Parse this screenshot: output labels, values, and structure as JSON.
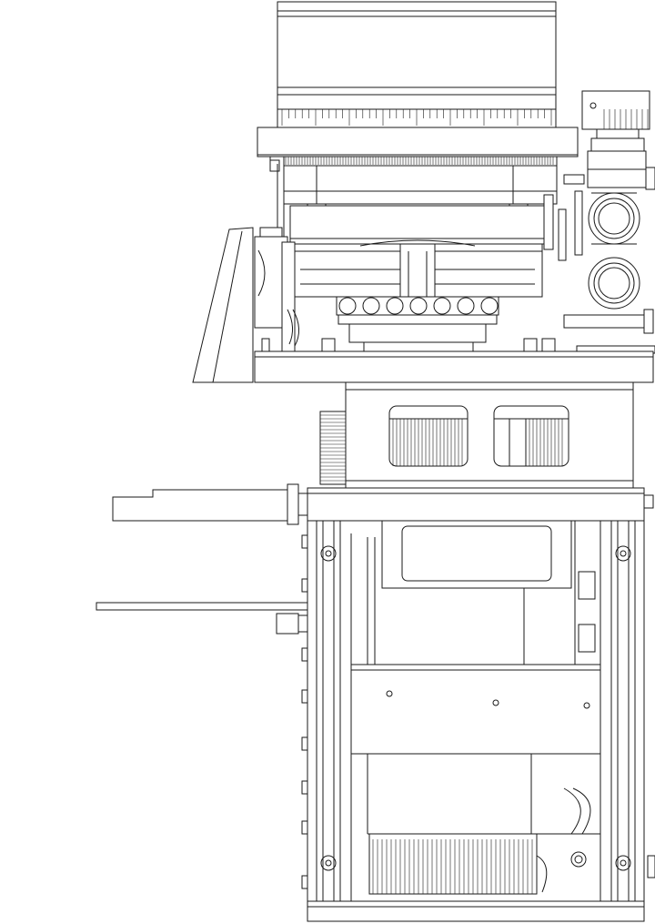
{
  "drawing": {
    "style": "monochrome technical line drawing",
    "colors": {
      "stroke": "#1a1a1a",
      "background": "#ffffff"
    },
    "parts": [
      "focus-ring-knurled-barrel",
      "mounting-flange",
      "gear-plate",
      "ball-bearing-race",
      "adjustment-knob-assembly",
      "circular-ports",
      "base-deck-plate",
      "slanted-side-guard",
      "motor-housing-block",
      "rail-frame-chassis",
      "sliding-tray",
      "extension-rod"
    ]
  }
}
